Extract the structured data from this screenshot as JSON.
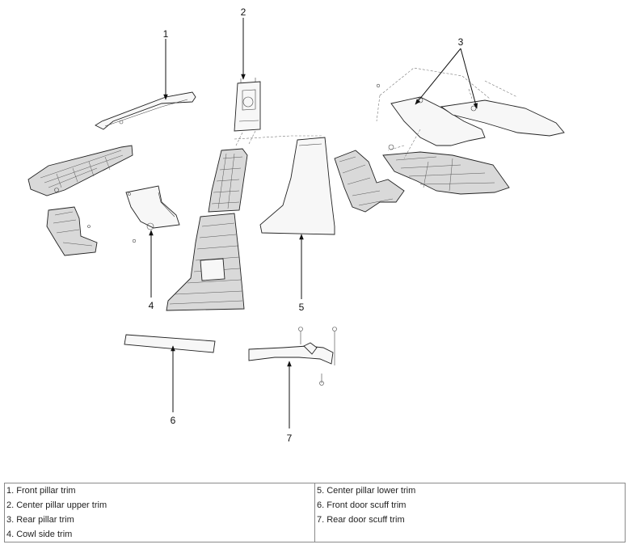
{
  "callouts": [
    "1",
    "2",
    "3",
    "4",
    "5",
    "6",
    "7"
  ],
  "legend": {
    "left": [
      "1. Front pillar trim",
      "2. Center pillar upper trim",
      "3. Rear pillar trim",
      "4. Cowl side trim"
    ],
    "right": [
      "5. Center pillar lower trim",
      "6. Front door scuff trim",
      "7. Rear door scuff trim"
    ]
  }
}
